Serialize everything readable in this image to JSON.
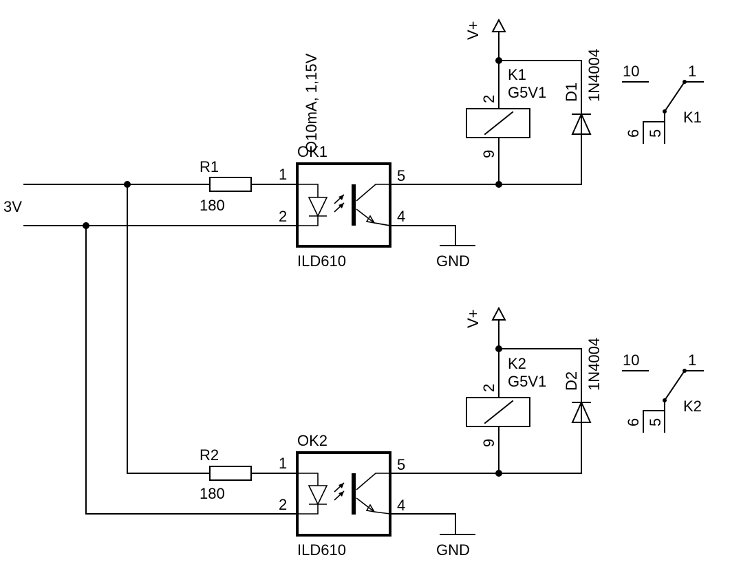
{
  "input": {
    "label": "3V"
  },
  "channels": [
    {
      "resistor": {
        "ref": "R1",
        "value": "180"
      },
      "optocoupler": {
        "ref": "OK1",
        "part": "ILD610",
        "note": "O10mA, 1,15V",
        "pins": [
          "1",
          "2",
          "5",
          "4"
        ]
      },
      "ground": "GND",
      "supply": "V+",
      "relay": {
        "ref": "K1",
        "part": "G5V1",
        "coil_pins": [
          "2",
          "9"
        ],
        "contact_pins": [
          "10",
          "1",
          "6",
          "5"
        ]
      },
      "diode": {
        "ref": "D1",
        "part": "1N4004"
      }
    },
    {
      "resistor": {
        "ref": "R2",
        "value": "180"
      },
      "optocoupler": {
        "ref": "OK2",
        "part": "ILD610",
        "note": "",
        "pins": [
          "1",
          "2",
          "5",
          "4"
        ]
      },
      "ground": "GND",
      "supply": "V+",
      "relay": {
        "ref": "K2",
        "part": "G5V1",
        "coil_pins": [
          "2",
          "9"
        ],
        "contact_pins": [
          "10",
          "1",
          "6",
          "5"
        ]
      },
      "diode": {
        "ref": "D2",
        "part": "1N4004"
      }
    }
  ]
}
